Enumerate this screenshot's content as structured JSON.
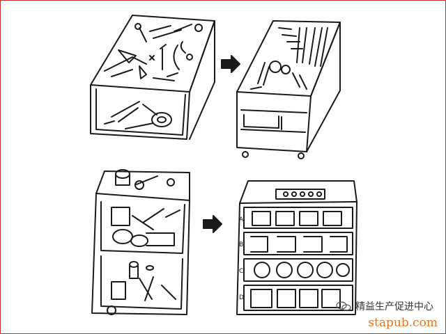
{
  "watermark": {
    "text": "精益生产促进中心",
    "logo_icon": "wechat-icon"
  },
  "site_label": "stapub.com",
  "shelf_labels": [
    "A",
    "B",
    "C",
    "D"
  ],
  "colors": {
    "ink": "#1a1a1a",
    "site": "#e8731a",
    "frame": "#c03030"
  }
}
